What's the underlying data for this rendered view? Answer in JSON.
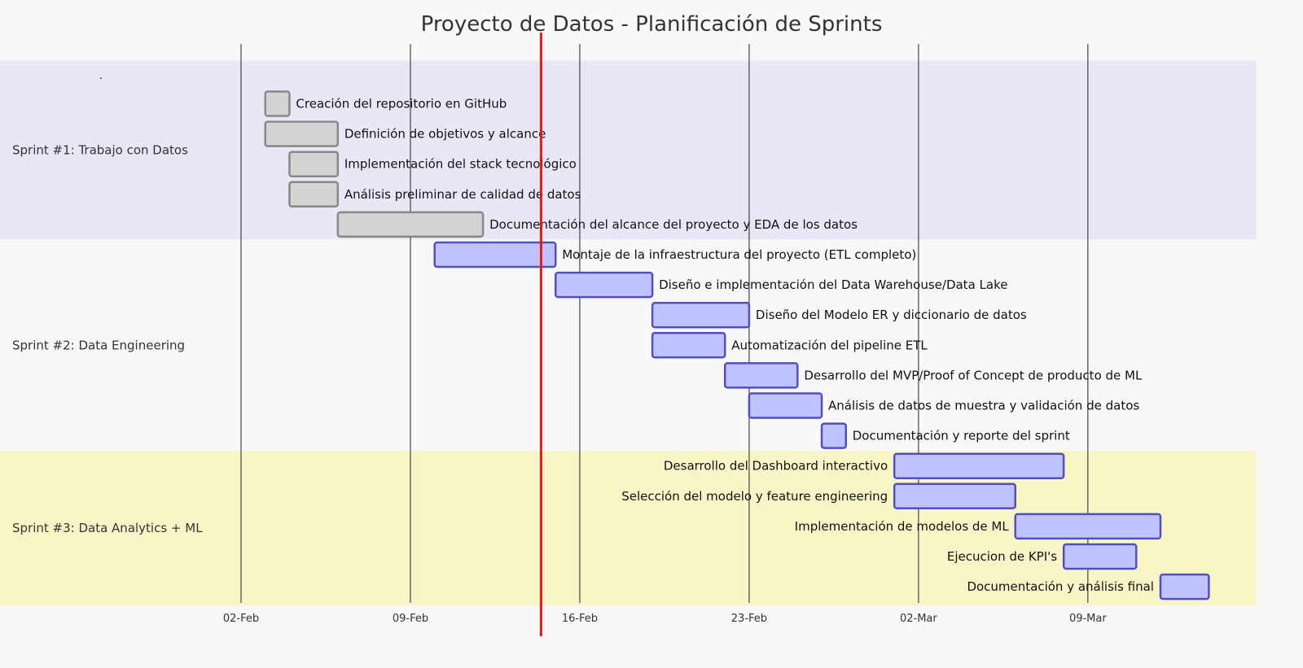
{
  "chart_data": {
    "type": "gantt",
    "title": "Proyecto de Datos - Planificación de Sprints",
    "marker_text": ".",
    "today": "2025-02-14",
    "x_ticks": [
      {
        "date": "2025-02-02",
        "label": "02-Feb"
      },
      {
        "date": "2025-02-09",
        "label": "09-Feb"
      },
      {
        "date": "2025-02-16",
        "label": "16-Feb"
      },
      {
        "date": "2025-02-23",
        "label": "23-Feb"
      },
      {
        "date": "2025-03-02",
        "label": "02-Mar"
      },
      {
        "date": "2025-03-09",
        "label": "09-Mar"
      }
    ],
    "sections": [
      {
        "name": "Sprint #1: Trabajo con Datos",
        "background": "#e9e7f6",
        "tasks": [
          {
            "name": "Creación del repositorio en GitHub",
            "start": "2025-02-03",
            "end": "2025-02-04",
            "status": "done"
          },
          {
            "name": "Definición de objetivos y alcance",
            "start": "2025-02-03",
            "end": "2025-02-06",
            "status": "done"
          },
          {
            "name": "Implementación del stack tecnológico",
            "start": "2025-02-04",
            "end": "2025-02-06",
            "status": "done"
          },
          {
            "name": "Análisis preliminar de calidad de datos",
            "start": "2025-02-04",
            "end": "2025-02-06",
            "status": "done"
          },
          {
            "name": "Documentación del alcance del proyecto y EDA de los datos",
            "start": "2025-02-06",
            "end": "2025-02-12",
            "status": "done"
          }
        ]
      },
      {
        "name": "Sprint #2: Data Engineering",
        "background": "#f8f8f8",
        "tasks": [
          {
            "name": "Montaje de la infraestructura del proyecto (ETL completo)",
            "start": "2025-02-10",
            "end": "2025-02-15",
            "status": "active"
          },
          {
            "name": "Diseño e implementación del Data Warehouse/Data Lake",
            "start": "2025-02-15",
            "end": "2025-02-19",
            "status": "active"
          },
          {
            "name": "Diseño del Modelo ER y diccionario de datos",
            "start": "2025-02-19",
            "end": "2025-02-23",
            "status": "active"
          },
          {
            "name": "Automatización del pipeline ETL",
            "start": "2025-02-19",
            "end": "2025-02-22",
            "status": "active"
          },
          {
            "name": "Desarrollo del MVP/Proof of Concept de producto de ML",
            "start": "2025-02-22",
            "end": "2025-02-25",
            "status": "active"
          },
          {
            "name": "Análisis de datos de muestra y validación de datos",
            "start": "2025-02-23",
            "end": "2025-02-26",
            "status": "active"
          },
          {
            "name": "Documentación y reporte del sprint",
            "start": "2025-02-26",
            "end": "2025-02-27",
            "status": "active"
          }
        ]
      },
      {
        "name": "Sprint #3: Data Analytics + ML",
        "background": "#f8f6c6",
        "tasks": [
          {
            "name": "Desarrollo del Dashboard interactivo",
            "start": "2025-03-01",
            "end": "2025-03-08",
            "status": "active"
          },
          {
            "name": "Selección del modelo y feature engineering",
            "start": "2025-03-01",
            "end": "2025-03-06",
            "status": "active"
          },
          {
            "name": "Implementación de modelos de ML",
            "start": "2025-03-06",
            "end": "2025-03-12",
            "status": "active"
          },
          {
            "name": "Ejecucion de KPI's",
            "start": "2025-03-08",
            "end": "2025-03-11",
            "status": "active"
          },
          {
            "name": "Documentación y análisis final",
            "start": "2025-03-12",
            "end": "2025-03-14",
            "status": "active"
          }
        ]
      }
    ],
    "colors": {
      "done_fill": "#d3d3d3",
      "done_stroke": "#888888",
      "active_fill": "#bfc3ff",
      "active_stroke": "#534fbc",
      "today_line": "#dd1c1c",
      "grid": "#222222"
    }
  }
}
